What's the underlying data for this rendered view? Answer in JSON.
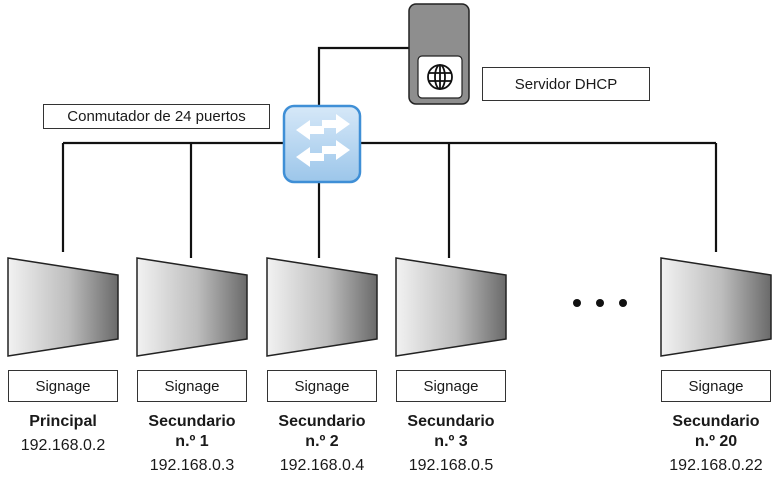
{
  "switch": {
    "label": "Conmutador de 24 puertos"
  },
  "server": {
    "label": "Servidor DHCP",
    "icon": "globe-icon"
  },
  "ellipsis": "• • •",
  "displays": [
    {
      "tag": "Signage",
      "role": "Principal",
      "number": "",
      "ip": "192.168.0.2"
    },
    {
      "tag": "Signage",
      "role": "Secundario",
      "number": "n.º 1",
      "ip": "192.168.0.3"
    },
    {
      "tag": "Signage",
      "role": "Secundario",
      "number": "n.º 2",
      "ip": "192.168.0.4"
    },
    {
      "tag": "Signage",
      "role": "Secundario",
      "number": "n.º 3",
      "ip": "192.168.0.5"
    },
    {
      "tag": "Signage",
      "role": "Secundario",
      "number": "n.º 20",
      "ip": "192.168.0.22"
    }
  ]
}
